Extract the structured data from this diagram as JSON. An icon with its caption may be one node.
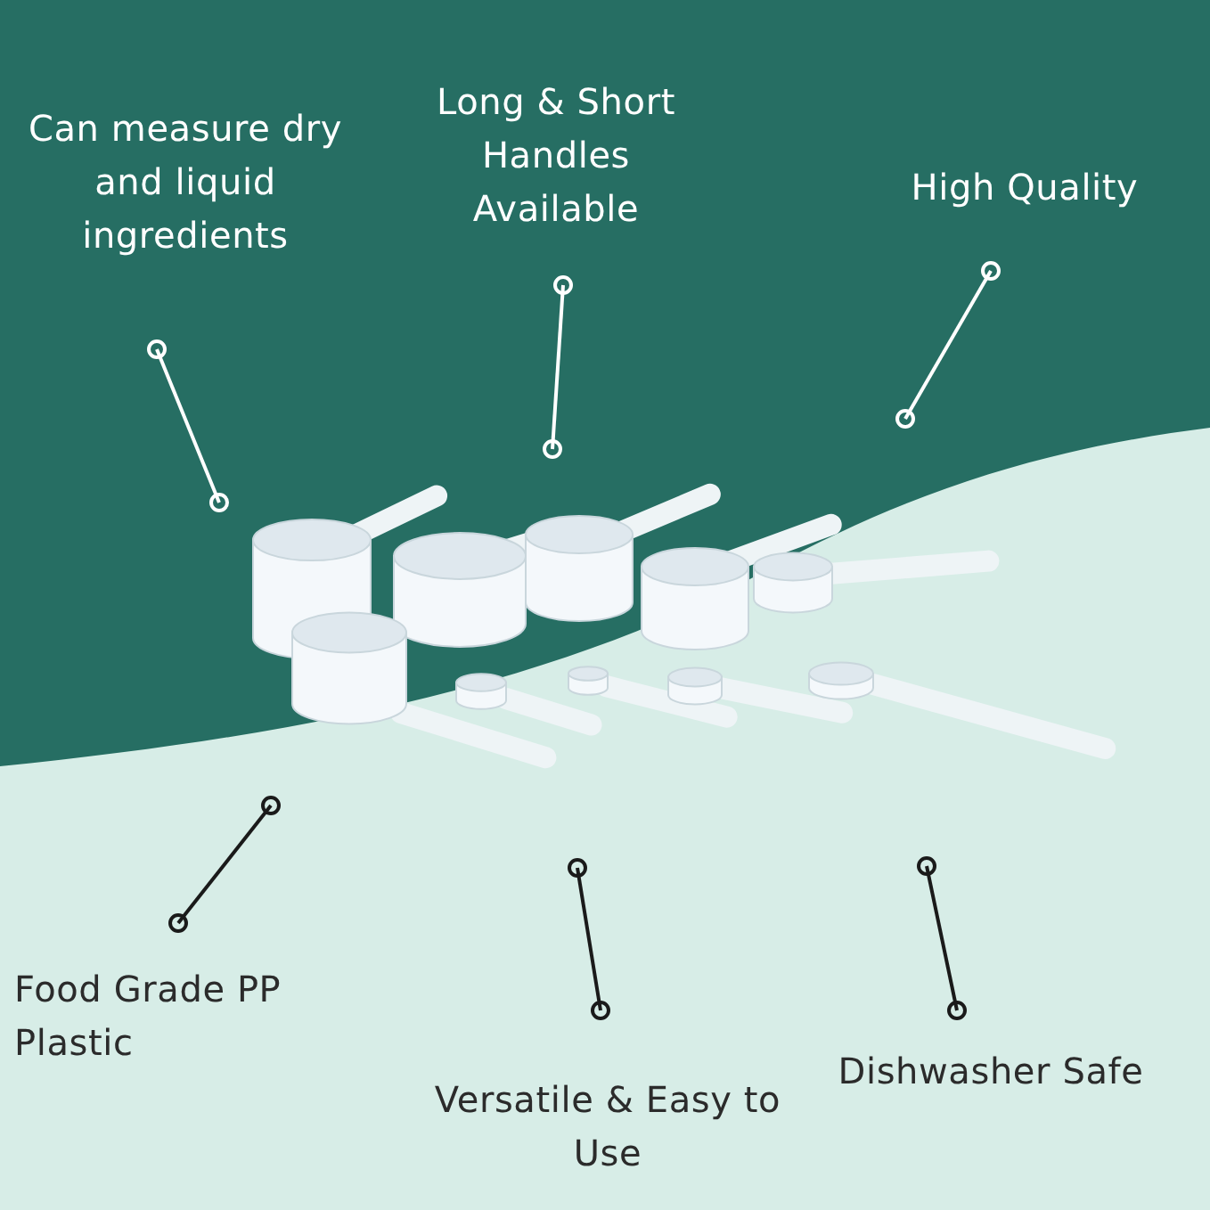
{
  "diagram": {
    "nodes": [
      {
        "text": [
          "Can measure dry and liquid ingredients"
        ]
      },
      {
        "text": [
          "Long & Short Handles Available"
        ]
      },
      {
        "text": [
          "High Quality"
        ]
      },
      {
        "text": [
          "Food Grade PP Plastic"
        ]
      },
      {
        "text": [
          "Versatile & Easy to Use"
        ]
      },
      {
        "text": [
          "Dishwasher Safe"
        ]
      }
    ],
    "edges": [
      {
        "from": 0,
        "to": null,
        "arrow": "other",
        "color": "#ffffff"
      },
      {
        "from": 1,
        "to": null,
        "arrow": "other",
        "color": "#ffffff"
      },
      {
        "from": 2,
        "to": null,
        "arrow": "other",
        "color": "#ffffff"
      },
      {
        "from": 3,
        "to": null,
        "arrow": "other",
        "color": "#1a1a1a"
      },
      {
        "from": 4,
        "to": null,
        "arrow": "other",
        "color": "#1a1a1a"
      },
      {
        "from": 5,
        "to": null,
        "arrow": "other",
        "color": "#1a1a1a"
      }
    ]
  }
}
